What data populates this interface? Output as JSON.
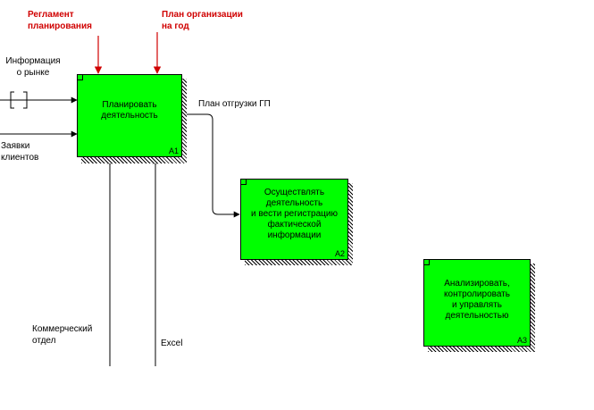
{
  "boxes": {
    "a1": {
      "label": "Планировать\nдеятельность",
      "number": "A1"
    },
    "a2": {
      "label": "Осуществлять\nдеятельность\nи вести регистрацию\nфактической\nинформации",
      "number": "A2"
    },
    "a3": {
      "label": "Анализировать,\nконтролировать\nи управлять\nдеятельностью",
      "number": "A3"
    }
  },
  "controls": {
    "reglament": "Регламент\nпланирования",
    "plan_year": "План организации\nна год"
  },
  "inputs": {
    "market_info": "Информация\nо рынке",
    "client_orders": "Заявки\nклиентов"
  },
  "outputs": {
    "shipment_plan": "План отгрузки ГП"
  },
  "mechanisms": {
    "commercial_dept": "Коммерческий\nотдел",
    "excel": "Excel"
  },
  "colors": {
    "box_fill": "#00ff00",
    "control_arrow": "#d00000",
    "line": "#000000"
  }
}
